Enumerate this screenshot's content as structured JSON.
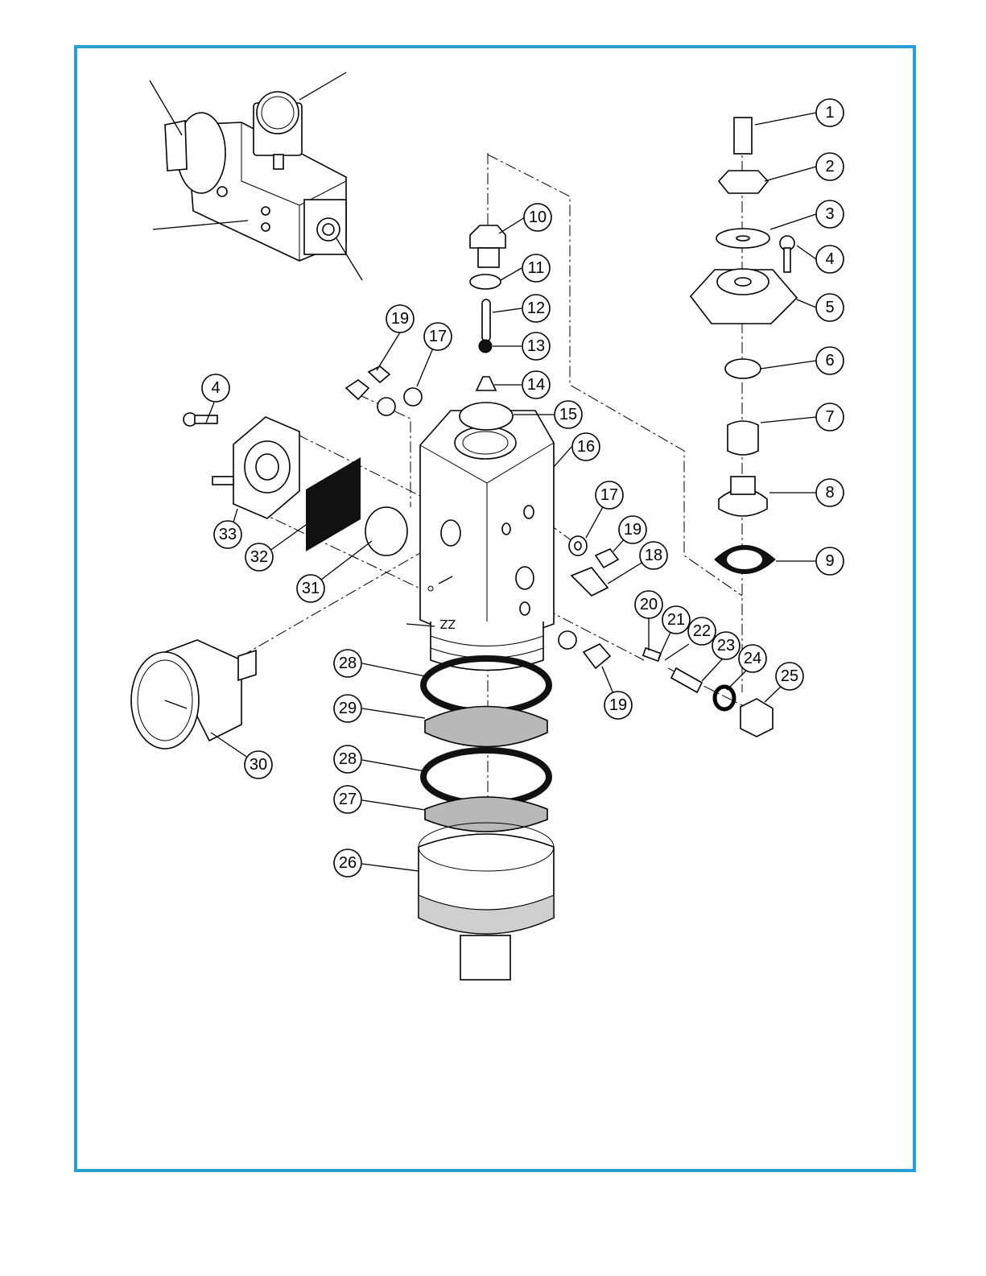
{
  "frame_color": "#2a9fd6",
  "body_marking": "ZZ",
  "callouts": [
    {
      "label": "1"
    },
    {
      "label": "2"
    },
    {
      "label": "3"
    },
    {
      "label": "4"
    },
    {
      "label": "5"
    },
    {
      "label": "6"
    },
    {
      "label": "7"
    },
    {
      "label": "8"
    },
    {
      "label": "9"
    },
    {
      "label": "10"
    },
    {
      "label": "11"
    },
    {
      "label": "12"
    },
    {
      "label": "13"
    },
    {
      "label": "14"
    },
    {
      "label": "15"
    },
    {
      "label": "16"
    },
    {
      "label": "17"
    },
    {
      "label": "19"
    },
    {
      "label": "17"
    },
    {
      "label": "19"
    },
    {
      "label": "18"
    },
    {
      "label": "19"
    },
    {
      "label": "20"
    },
    {
      "label": "21"
    },
    {
      "label": "22"
    },
    {
      "label": "23"
    },
    {
      "label": "24"
    },
    {
      "label": "25"
    },
    {
      "label": "4"
    },
    {
      "label": "33"
    },
    {
      "label": "32"
    },
    {
      "label": "31"
    },
    {
      "label": "30"
    },
    {
      "label": "28"
    },
    {
      "label": "29"
    },
    {
      "label": "28"
    },
    {
      "label": "27"
    },
    {
      "label": "26"
    }
  ]
}
